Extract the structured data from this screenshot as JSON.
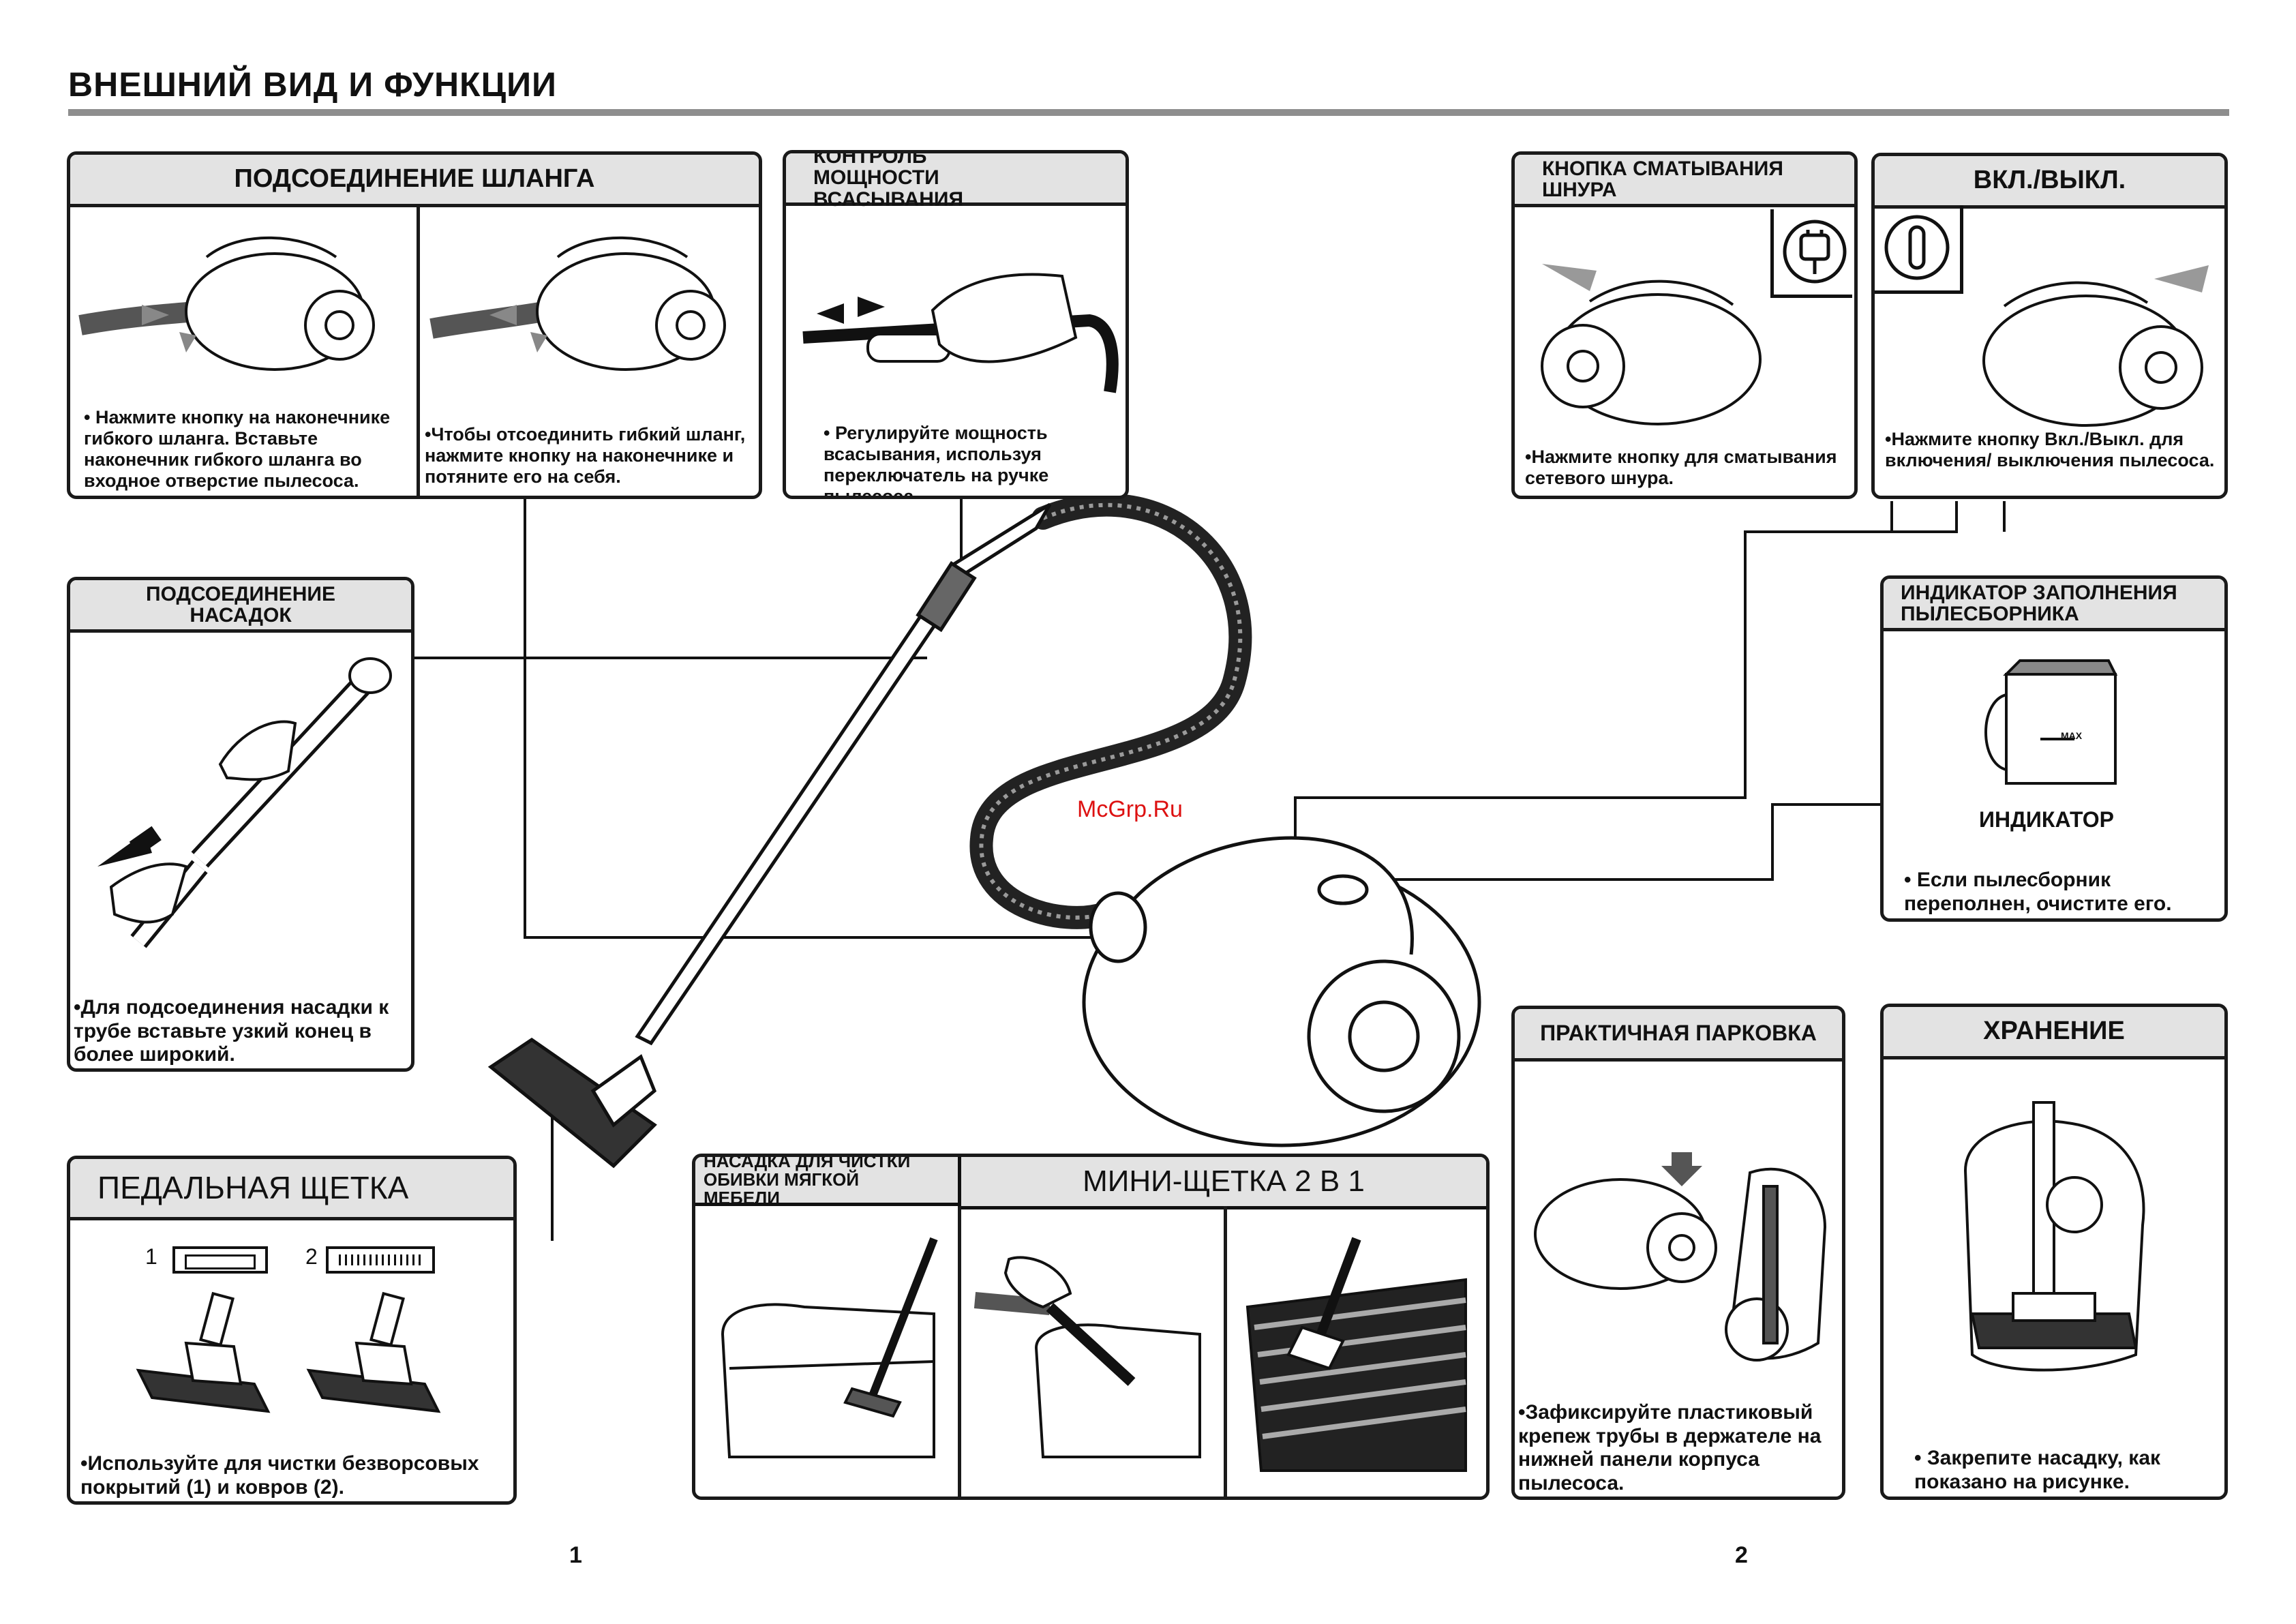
{
  "page_title": "ВНЕШНИЙ ВИД И ФУНКЦИИ",
  "watermark": "McGrp.Ru",
  "page_numbers": {
    "left": "1",
    "right": "2"
  },
  "hose": {
    "title": "ПОДСОЕДИНЕНИЕ ШЛАНГА",
    "connect_text": "• Нажмите кнопку на наконечнике гибкого шланга. Вставьте наконечник гибкого шланга во входное отверстие пылесоса.",
    "disconnect_text": "•Чтобы отсоединить гибкий шланг, нажмите кнопку на наконечнике и потяните его на себя."
  },
  "power": {
    "title": "КОНТРОЛЬ МОЩНОСТИ ВСАСЫВАНИЯ",
    "text": "• Регулируйте мощность всасывания, используя переключатель на ручке пылесоса."
  },
  "cord": {
    "title": "КНОПКА СМАТЫВАНИЯ ШНУРА",
    "text": "•Нажмите кнопку для сматывания сетевого шнура."
  },
  "onoff": {
    "title": "ВКЛ./ВЫКЛ.",
    "text": "•Нажмите кнопку Вкл./Выкл. для включения/ выключения пылесоса."
  },
  "attach": {
    "title": "ПОДСОЕДИНЕНИЕ НАСАДОК",
    "text": "•Для подсоединения насадки к трубе вставьте узкий конец в более широкий."
  },
  "indicator": {
    "title": "ИНДИКАТОР ЗАПОЛНЕНИЯ ПЫЛЕСБОРНИКА",
    "max_label": "MAX",
    "label": "ИНДИКАТОР",
    "text": "• Если пылесборник переполнен, очистите его."
  },
  "pedal": {
    "title": "ПЕДАЛЬНАЯ ЩЕТКА",
    "label1": "1",
    "label2": "2",
    "text": "•Используйте для чистки безворсовых покрытий (1) и ковров (2)."
  },
  "upholstery": {
    "title": "НАСАДКА ДЛЯ ЧИСТКИ ОБИВКИ МЯГКОЙ МЕБЕЛИ",
    "mini_title": "МИНИ-ЩЕТКА 2 В 1"
  },
  "parking": {
    "title": "ПРАКТИЧНАЯ ПАРКОВКА",
    "text": "•Зафиксируйте пластиковый крепеж трубы в держателе на нижней панели корпуса пылесоса."
  },
  "storage": {
    "title": "ХРАНЕНИЕ",
    "text": "• Закрепите насадку, как показано на рисунке."
  }
}
